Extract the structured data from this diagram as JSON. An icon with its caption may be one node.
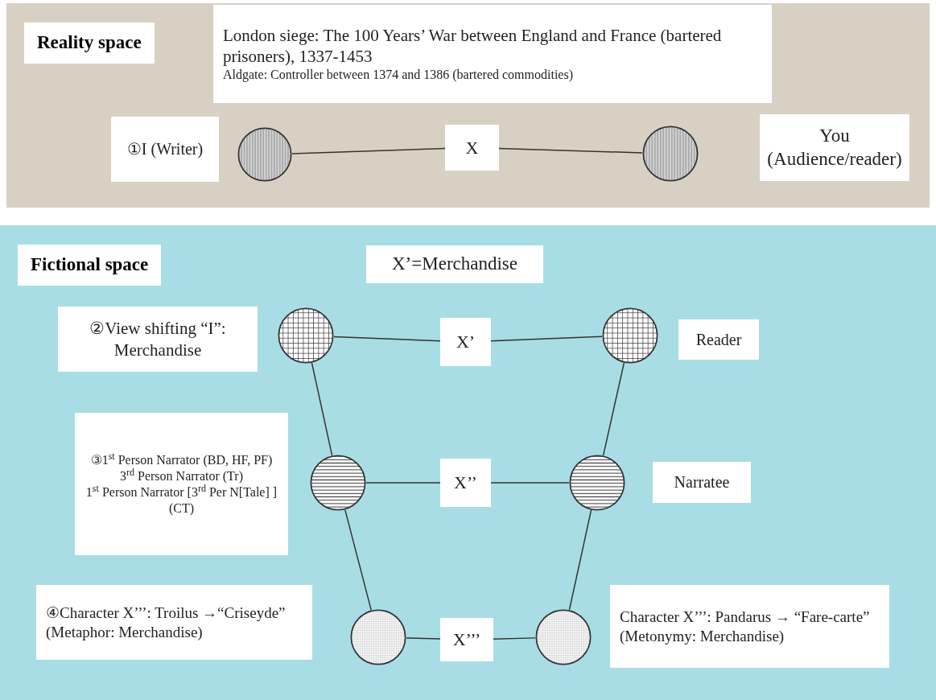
{
  "diagram": {
    "nodes": [
      {
        "text": [
          "Reality space"
        ]
      },
      {
        "text": [
          "London siege: The 100 Years’ War between England and France (bartered prisoners), 1337-1453",
          "Aldgate:  Controller between 1374 and 1386 (bartered commodities)"
        ],
        "in": 0
      },
      {
        "text": [
          "①I (Writer)"
        ],
        "in": 0
      },
      {
        "text": [],
        "shape": "circle",
        "in": 0
      },
      {
        "text": [
          "X"
        ],
        "in": 0
      },
      {
        "text": [],
        "shape": "circle",
        "in": 0
      },
      {
        "text": [
          "You (Audience/reader)"
        ],
        "in": 0
      },
      {
        "text": [
          "Fictional space"
        ]
      },
      {
        "text": [
          "X’=Merchandise"
        ],
        "in": 7
      },
      {
        "text": [
          "②View shifting “I”: Merchandise"
        ],
        "in": 7
      },
      {
        "text": [],
        "shape": "circle",
        "in": 7
      },
      {
        "text": [
          "X’"
        ],
        "in": 7
      },
      {
        "text": [],
        "shape": "circle",
        "in": 7
      },
      {
        "text": [
          "Reader"
        ],
        "in": 7
      },
      {
        "text": [
          "③1$^{st}$ Person  Narrator (BD, HF, PF)",
          "3$^{rd}$ Person Narrator (Tr)",
          "1$^{st}$ Person Narrator [3$^{rd}$ Per N[Tale] ] (CT)"
        ],
        "in": 7
      },
      {
        "text": [],
        "shape": "circle",
        "in": 7
      },
      {
        "text": [
          "X’’"
        ],
        "in": 7
      },
      {
        "text": [],
        "shape": "circle",
        "in": 7
      },
      {
        "text": [
          "Narratee"
        ],
        "in": 7
      },
      {
        "text": [
          "④Character X’’’: Troilus →“Criseyde” (Metaphor: Merchandise)"
        ],
        "in": 7
      },
      {
        "text": [],
        "shape": "circle",
        "in": 7
      },
      {
        "text": [
          "X’’’"
        ],
        "in": 7
      },
      {
        "text": [],
        "shape": "circle",
        "in": 7
      },
      {
        "text": [
          "Character X’’’: Pandarus → “Fare-carte” (Metonymy: Merchandise)"
        ],
        "in": 7
      }
    ],
    "edges": [
      {
        "from": 3,
        "to": 4,
        "arrow": "none"
      },
      {
        "from": 4,
        "to": 5,
        "arrow": "none"
      },
      {
        "from": 10,
        "to": 11,
        "arrow": "none"
      },
      {
        "from": 11,
        "to": 12,
        "arrow": "none"
      },
      {
        "from": 15,
        "to": 16,
        "arrow": "none"
      },
      {
        "from": 16,
        "to": 17,
        "arrow": "none"
      },
      {
        "from": 20,
        "to": 21,
        "arrow": "none"
      },
      {
        "from": 21,
        "to": 22,
        "arrow": "none"
      },
      {
        "from": 10,
        "to": 15,
        "arrow": "none"
      },
      {
        "from": 15,
        "to": 20,
        "arrow": "none"
      },
      {
        "from": 12,
        "to": 17,
        "arrow": "none"
      },
      {
        "from": 17,
        "to": 22,
        "arrow": "none"
      }
    ]
  }
}
